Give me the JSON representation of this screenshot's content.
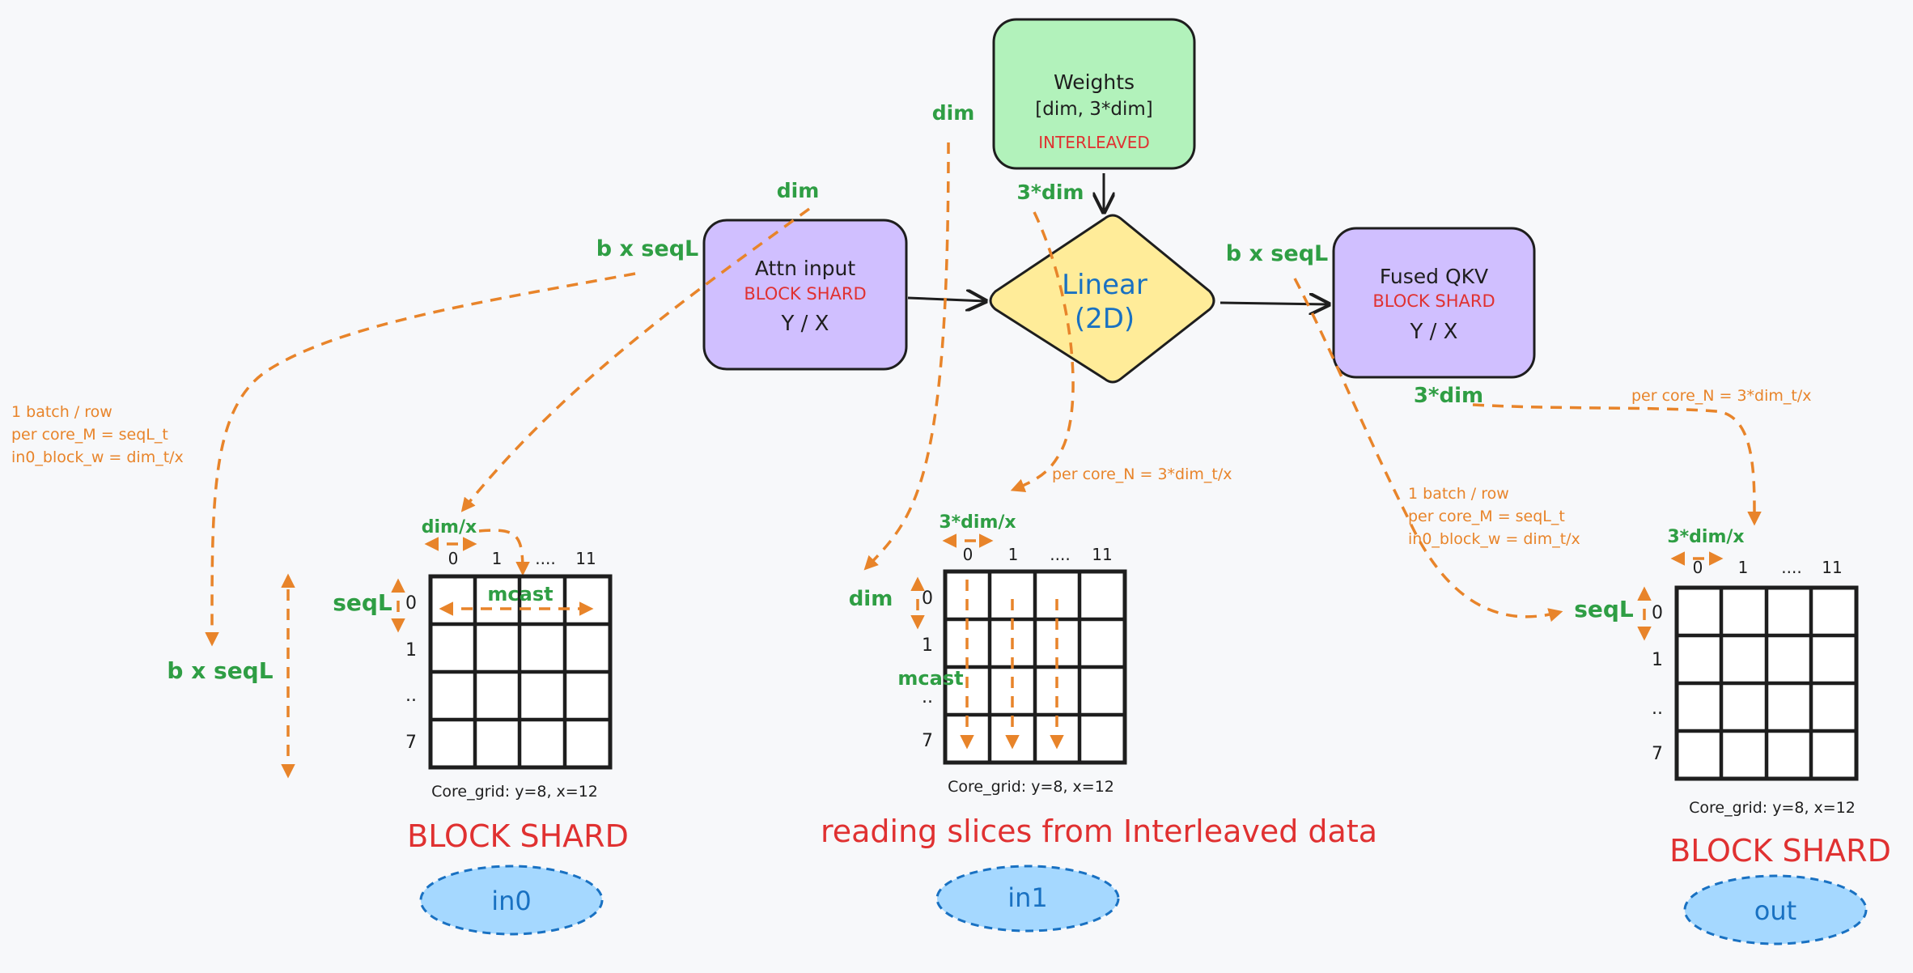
{
  "nodes": {
    "weights": {
      "title": "Weights",
      "shape": "[dim, 3*dim]",
      "layout": "INTERLEAVED"
    },
    "attn_input": {
      "title": "Attn input",
      "layout": "BLOCK SHARD",
      "split": "Y / X"
    },
    "linear": {
      "line1": "Linear",
      "line2": "(2D)"
    },
    "fused_qkv": {
      "title": "Fused QKV",
      "layout": "BLOCK SHARD",
      "split": "Y / X"
    }
  },
  "edge_labels": {
    "dim_weights": "dim",
    "dim_attn": "dim",
    "three_dim_weights": "3*dim",
    "b_seql_attn": "b x seqL",
    "b_seql_out": "b x seqL",
    "three_dim_out": "3*dim"
  },
  "notes": {
    "in0": [
      "1 batch / row",
      "per core_M = seqL_t",
      "in0_block_w = dim_t/x"
    ],
    "in1": "per core_N = 3*dim_t/x",
    "out_N": "per core_N = 3*dim_t/x",
    "out": [
      "1 batch / row",
      "per core_M = seqL_t",
      "in0_block_w = dim_t/x"
    ]
  },
  "grids": {
    "in0": {
      "col_dim": "dim/x",
      "row_dim": "seqL",
      "side_label": "b x seqL",
      "col_ticks": [
        "0",
        "1",
        "....",
        "11"
      ],
      "row_ticks": [
        "0",
        "1",
        "..",
        "7"
      ],
      "mcast": "mcast",
      "core_grid": "Core_grid: y=8, x=12",
      "caption": "BLOCK SHARD",
      "tag": "in0"
    },
    "in1": {
      "col_dim": "3*dim/x",
      "row_dim": "dim",
      "col_ticks": [
        "0",
        "1",
        "....",
        "11"
      ],
      "row_ticks": [
        "0",
        "1",
        "..",
        "7"
      ],
      "mcast": "mcast",
      "core_grid": "Core_grid: y=8, x=12",
      "caption": "reading slices from Interleaved data",
      "tag": "in1"
    },
    "out": {
      "col_dim": "3*dim/x",
      "row_dim": "seqL",
      "col_ticks": [
        "0",
        "1",
        "....",
        "11"
      ],
      "row_ticks": [
        "0",
        "1",
        "..",
        "7"
      ],
      "core_grid": "Core_grid: y=8, x=12",
      "caption": "BLOCK SHARD",
      "tag": "out"
    }
  },
  "colors": {
    "weights_fill": "#b2f2bb",
    "shard_fill": "#d0bfff",
    "linear_fill": "#ffec99",
    "tag_fill": "#a5d8ff",
    "accent_orange": "#e8842a",
    "label_green": "#2f9e44",
    "label_red": "#e03131",
    "label_blue": "#1971c2"
  }
}
